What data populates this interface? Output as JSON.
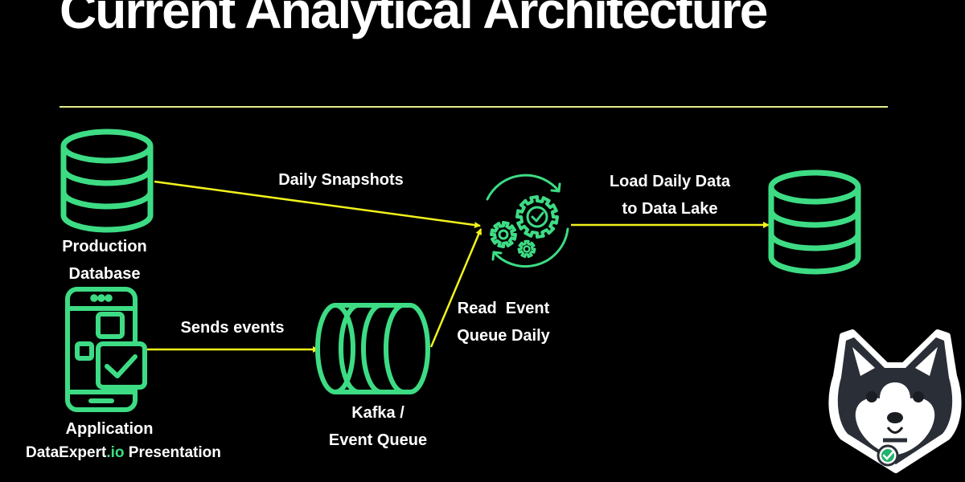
{
  "title": "Current Analytical Architecture",
  "colors": {
    "background": "#000000",
    "icon_green": "#3ddc84",
    "arrow_yellow": "#f2f21c",
    "divider": "#e8ed8a",
    "text": "#ffffff"
  },
  "nodes": {
    "production_db": {
      "icon": "database-icon",
      "label_line1": "Production",
      "label_line2": "Database"
    },
    "application": {
      "icon": "smartphone-app-icon",
      "label": "Application"
    },
    "kafka": {
      "icon": "queue-cylinder-icon",
      "label_line1": "Kafka /",
      "label_line2": "Event Queue"
    },
    "processor": {
      "icon": "gears-cycle-icon"
    },
    "data_lake": {
      "icon": "database-icon"
    }
  },
  "edges": {
    "daily_snapshots": "Daily Snapshots",
    "sends_events": "Sends events",
    "read_event_queue_line1": "Read  Event",
    "read_event_queue_line2": "Queue Daily",
    "load_daily_line1": "Load Daily Data",
    "load_daily_line2": "to Data Lake"
  },
  "footer": {
    "brand_main": "DataExpert",
    "brand_accent": ".io",
    "brand_suffix": " Presentation"
  },
  "mascot": {
    "icon": "husky-mascot-icon",
    "badge": "check-badge-icon"
  }
}
